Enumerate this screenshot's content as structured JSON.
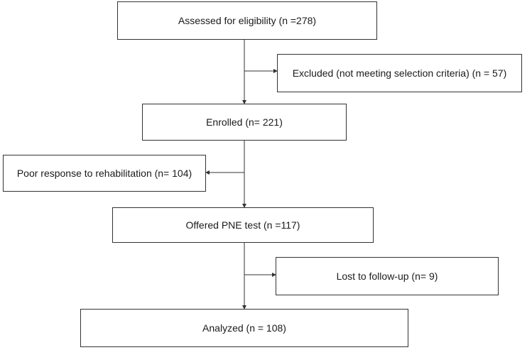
{
  "flowchart": {
    "assessed": "Assessed for eligibility (n =278)",
    "excluded": "Excluded (not meeting selection criteria) (n = 57)",
    "enrolled": "Enrolled (n= 221)",
    "poor_response": "Poor response to rehabilitation (n= 104)",
    "offered": "Offered PNE test (n =117)",
    "lost": "Lost to follow-up (n= 9)",
    "analyzed": "Analyzed (n = 108)"
  },
  "colors": {
    "line": "#333333",
    "box_border": "#333333",
    "background": "#ffffff"
  }
}
